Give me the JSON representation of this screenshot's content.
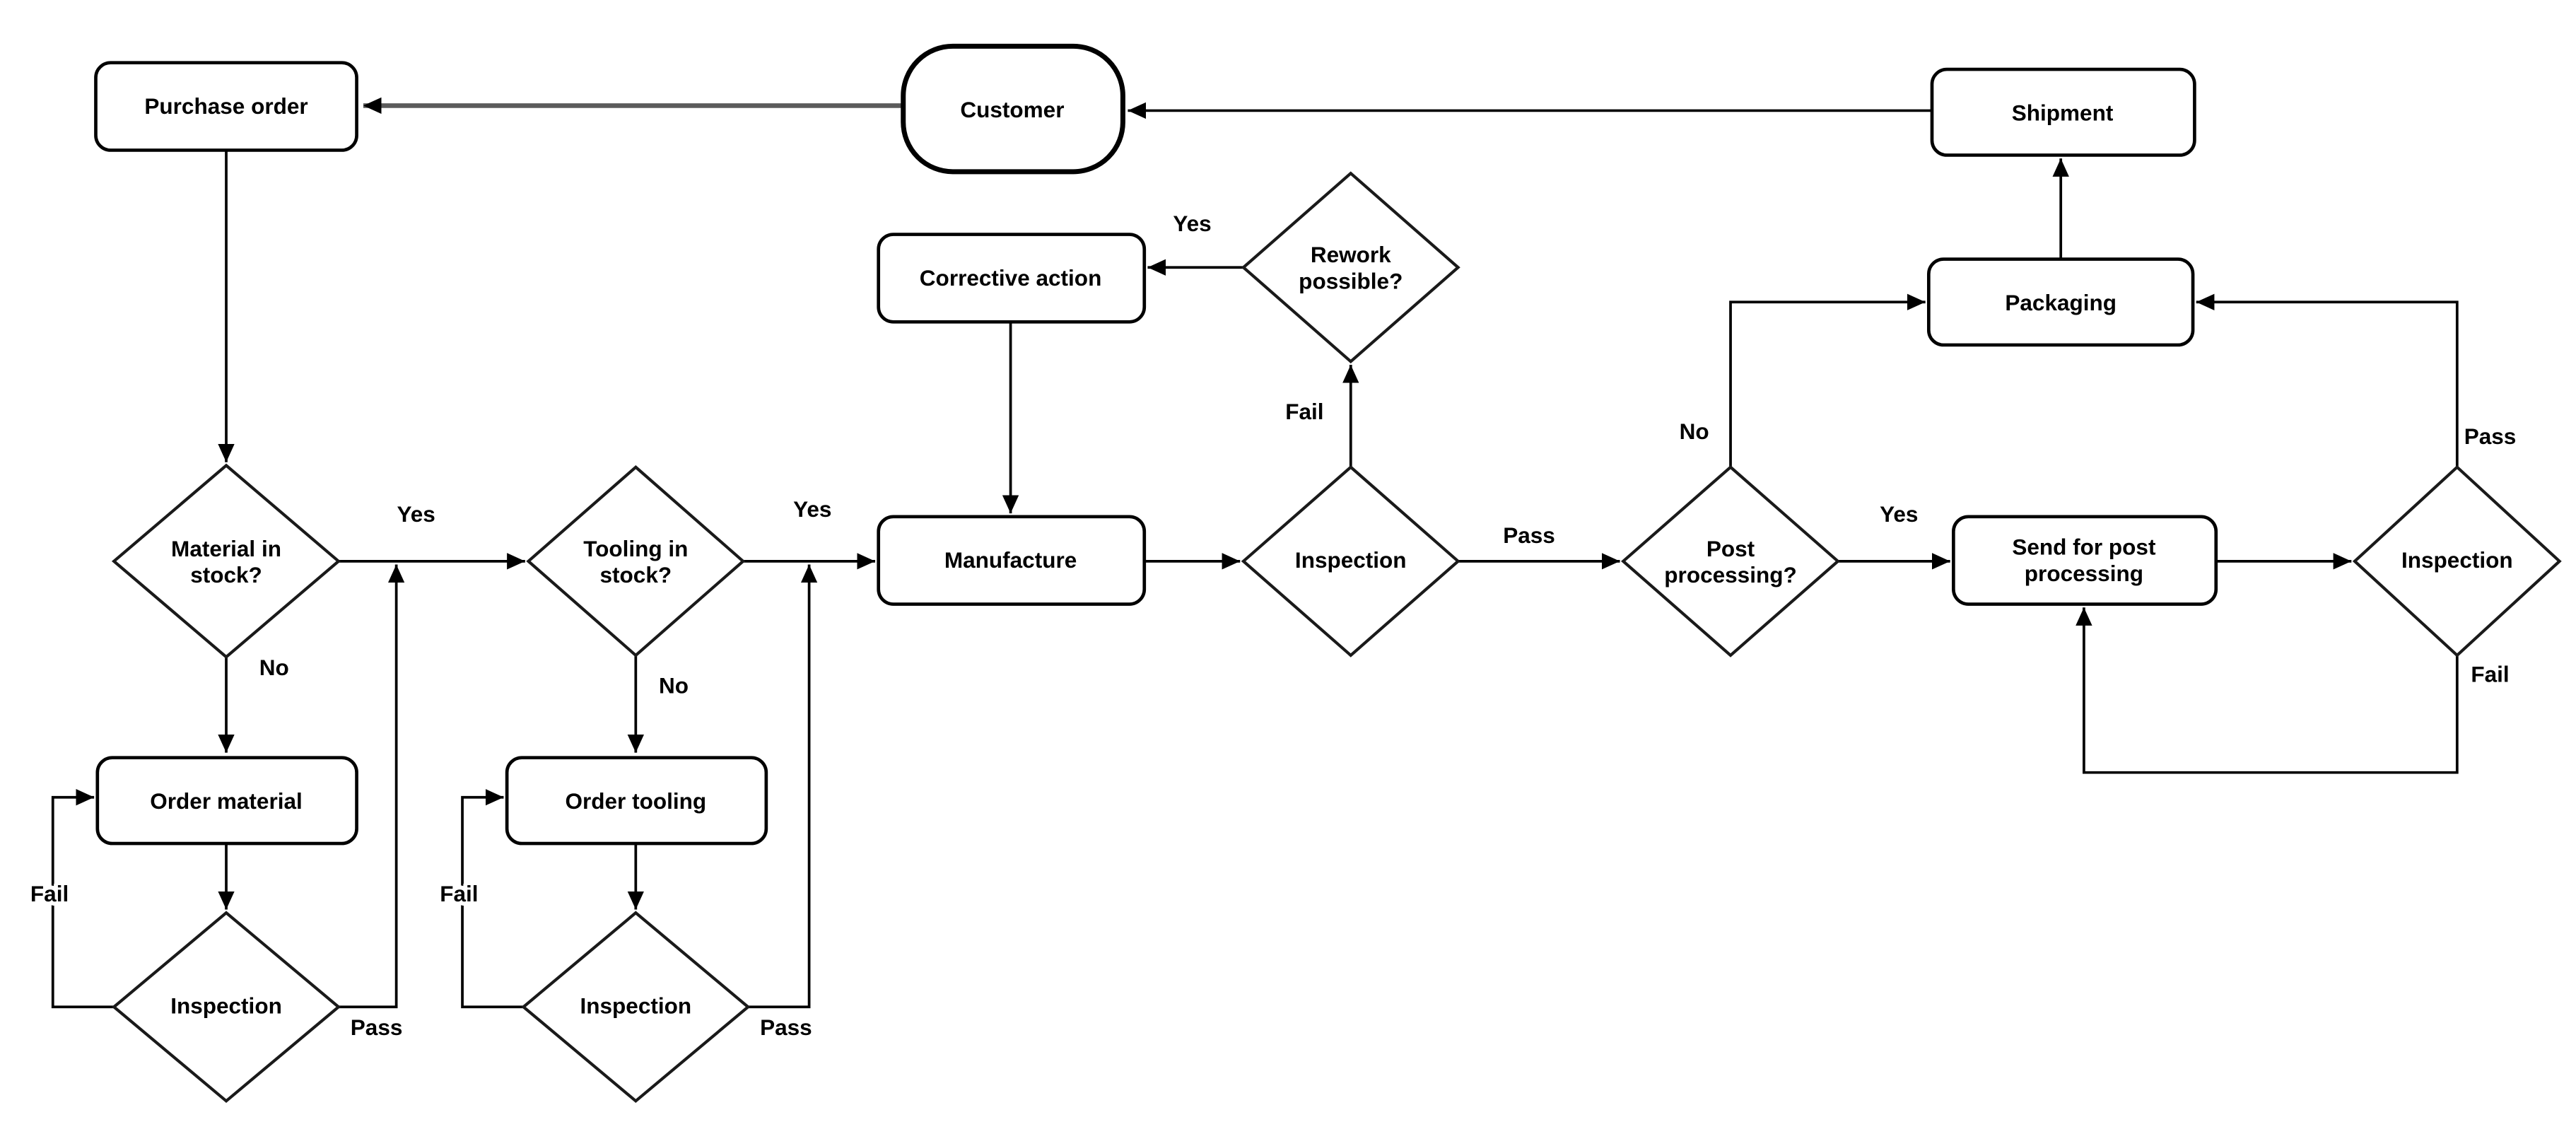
{
  "diagram": {
    "background_color": "#ffffff",
    "line_color": "#000000",
    "emphasis_line_color": "#5b5b5b",
    "nodes": {
      "purchase_order": {
        "label": "Purchase order",
        "type": "process"
      },
      "customer": {
        "label": "Customer",
        "type": "terminator"
      },
      "shipment": {
        "label": "Shipment",
        "type": "process"
      },
      "corrective_action": {
        "label": "Corrective action",
        "type": "process"
      },
      "rework_possible": {
        "line1": "Rework",
        "line2": "possible?",
        "type": "decision"
      },
      "packaging": {
        "label": "Packaging",
        "type": "process"
      },
      "material_in_stock": {
        "line1": "Material in",
        "line2": "stock?",
        "type": "decision"
      },
      "tooling_in_stock": {
        "line1": "Tooling in",
        "line2": "stock?",
        "type": "decision"
      },
      "manufacture": {
        "label": "Manufacture",
        "type": "process"
      },
      "inspection_center": {
        "label": "Inspection",
        "type": "decision"
      },
      "post_processing": {
        "line1": "Post",
        "line2": "processing?",
        "type": "decision"
      },
      "send_for_post_processing": {
        "line1": "Send for post",
        "line2": "processing",
        "type": "process"
      },
      "inspection_right": {
        "label": "Inspection",
        "type": "decision"
      },
      "order_material": {
        "label": "Order material",
        "type": "process"
      },
      "inspection_material": {
        "label": "Inspection",
        "type": "decision"
      },
      "order_tooling": {
        "label": "Order tooling",
        "type": "process"
      },
      "inspection_tooling": {
        "label": "Inspection",
        "type": "decision"
      }
    },
    "edge_labels": {
      "material_yes": "Yes",
      "material_no": "No",
      "material_fail": "Fail",
      "material_pass": "Pass",
      "tooling_yes": "Yes",
      "tooling_no": "No",
      "tooling_fail": "Fail",
      "tooling_pass": "Pass",
      "rework_yes": "Yes",
      "inspection_fail": "Fail",
      "inspection_pass": "Pass",
      "post_no": "No",
      "post_yes": "Yes",
      "final_pass": "Pass",
      "final_fail": "Fail"
    }
  }
}
